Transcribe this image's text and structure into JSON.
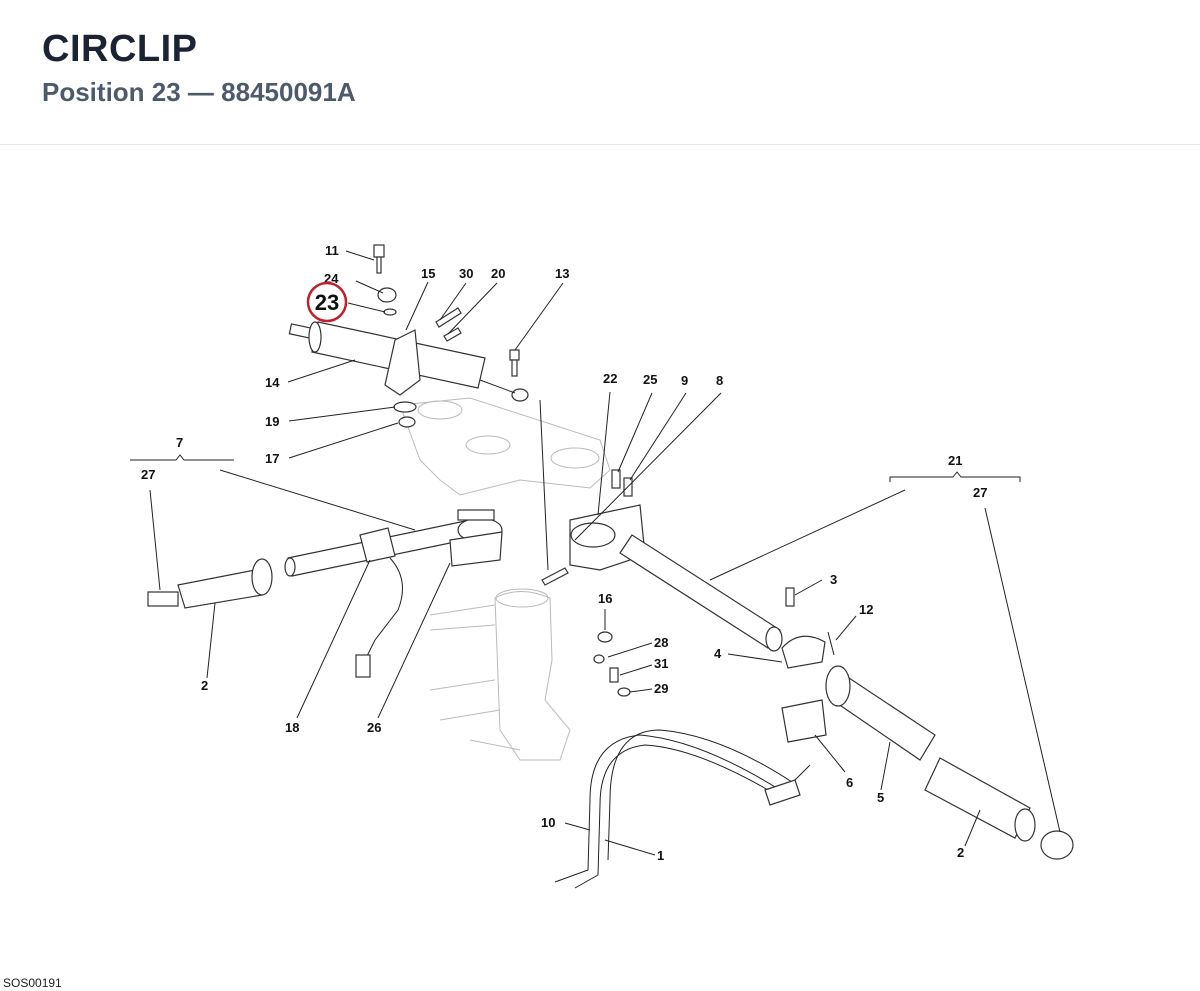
{
  "header": {
    "title": "CIRCLIP",
    "subtitle": "Position 23 — 88450091A"
  },
  "highlight": {
    "position": "23",
    "color": "#c0202a"
  },
  "diagram_code": "SOS00191",
  "callouts": {
    "c1": "1",
    "c2a": "2",
    "c2b": "2",
    "c3": "3",
    "c4": "4",
    "c5": "5",
    "c6": "6",
    "c7": "7",
    "c8": "8",
    "c9": "9",
    "c10": "10",
    "c11": "11",
    "c12": "12",
    "c13": "13",
    "c14": "14",
    "c15": "15",
    "c16": "16",
    "c17": "17",
    "c18": "18",
    "c19": "19",
    "c20": "20",
    "c21": "21",
    "c22": "22",
    "c24": "24",
    "c25": "25",
    "c26": "26",
    "c27a": "27",
    "c27b": "27",
    "c28": "28",
    "c29": "29",
    "c30": "30",
    "c31": "31"
  }
}
